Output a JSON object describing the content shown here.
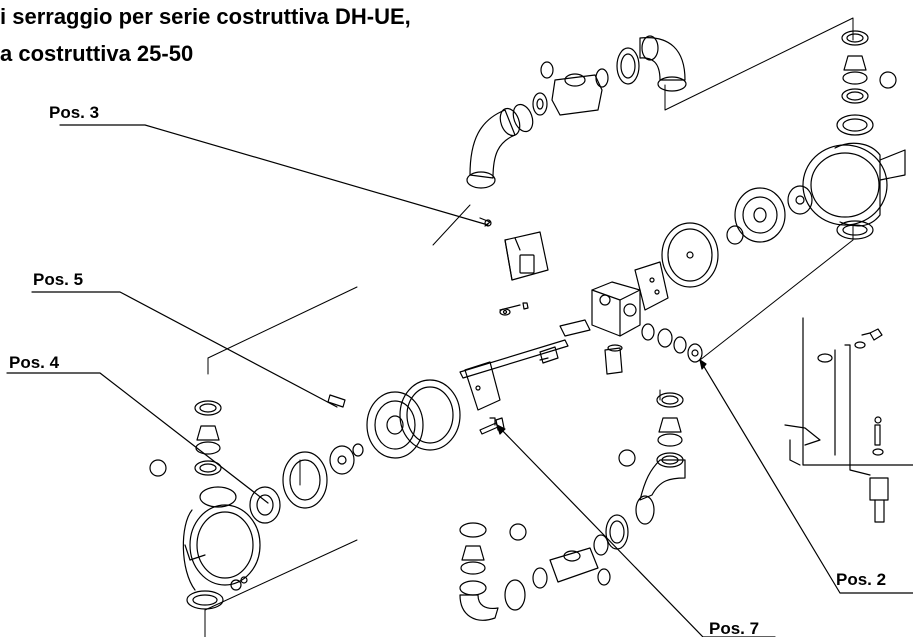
{
  "title": {
    "line1": "i serraggio per serie costruttiva DH-UE,",
    "line2": "a costruttiva 25-50"
  },
  "callouts": {
    "pos3": "Pos. 3",
    "pos5": "Pos. 5",
    "pos4": "Pos. 4",
    "pos2": "Pos. 2",
    "pos7": "Pos. 7"
  }
}
